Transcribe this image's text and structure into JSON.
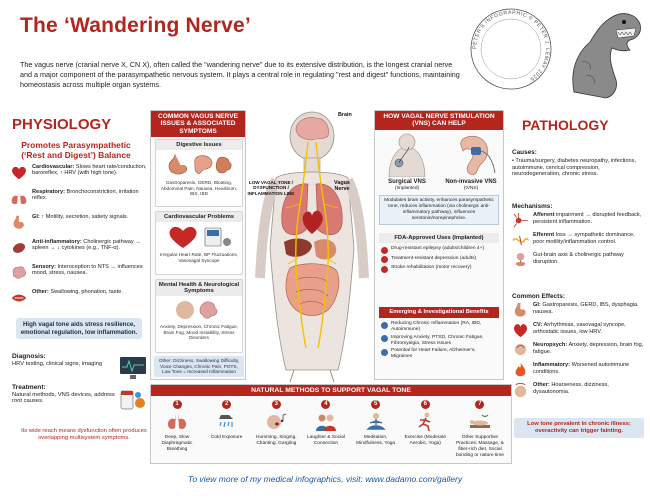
{
  "header": {
    "title": "The ‘Wandering Nerve’",
    "intro": "The vagus nerve (cranial nerve X, CN X), often called the \"wandering nerve\" due to its extensive distribution, is the longest cranial nerve and a major component of the parasympathetic nervous system. It plays a central role in regulating \"rest and digest\" functions, maintaining homeostasis across multiple organ systems.",
    "logo_text": "PETER'S INFOGRAPHIC © PETER J. LEMAY 2025"
  },
  "physiology": {
    "heading": "PHYSIOLOGY",
    "subheading": "Promotes Parasympathetic (‘Rest and Digest’) Balance",
    "items": [
      {
        "label": "Cardiovascular:",
        "text": "Slows heart rate/conduction, baroreflex, ↑ HRV (with high tone).",
        "icon": "heart-icon",
        "color": "#c62828"
      },
      {
        "label": "Respiratory:",
        "text": "Bronchoconstriction, irritation reflex.",
        "icon": "lungs-icon",
        "color": "#d46a5a"
      },
      {
        "label": "GI:",
        "text": "↑ Motility, secretion, satiety signals.",
        "icon": "stomach-icon",
        "color": "#d88a6a"
      },
      {
        "label": "Anti-inflammatory:",
        "text": "Cholinergic pathway → spleen → ↓ cytokines (e.g., TNF-α).",
        "icon": "spleen-icon",
        "color": "#a33b3b"
      },
      {
        "label": "Sensory:",
        "text": "Interoception to NTS → influences mood, stress, nausea.",
        "icon": "brain-icon",
        "color": "#e0a0a0"
      },
      {
        "label": "Other:",
        "text": "Swallowing, phonation, taste.",
        "icon": "mouth-icon",
        "color": "#c0392b"
      }
    ],
    "high_tone": "High vagal tone aids stress resilience, emotional regulation, low inflammation.",
    "diagnosis_label": "Diagnosis:",
    "diagnosis_text": "HRV testing, clinical signs, imaging",
    "treatment_label": "Treatment:",
    "treatment_text": "Natural methods, VNS devices, address root causes.",
    "note": "Its wide reach means dysfunction often produces overlapping multisystem symptoms."
  },
  "issues": {
    "heading": "COMMON VAGUS NERVE ISSUES & ASSOCIATED SYMPTOMS",
    "cards": [
      {
        "title": "Digestive Issues",
        "text": "Gastroparesis, GERD, Bloating, Abdominal Pain, Nausea, Heartburn, IBS, IBD"
      },
      {
        "title": "Cardiovascular Problems",
        "text": "Irregular Heart Rate, BP Fluctuations, Vasovagal Syncope"
      },
      {
        "title": "Mental Health & Neurological Symptoms",
        "text": "Anxiety, Depression, Chronic Fatigue, Brain Fog, Mood Instability, Stress Disorders"
      }
    ],
    "other": "Other: Dizziness, Swallowing Difficulty, Voice Changes, Chronic Pain, POTS, Low Tone = Increased Inflammation"
  },
  "center": {
    "brain_label": "Brain",
    "vagus_label": "Vagus Nerve",
    "low_tone_label": "LOW VAGAL TONE / DYSFUNCTION / INFLAMMATION LINK"
  },
  "vns": {
    "heading": "HOW VAGAL NERVE STIMULATION (VNS) CAN HELP",
    "surgical_title": "Surgical VNS",
    "surgical_sub": "(Implanted)",
    "noninvasive_title": "Non-invasive VNS",
    "noninvasive_sub": "(tVNS)",
    "mechanism": "Modulates brain activity, enhances parasympathetic tone, reduces inflammation (via cholinergic anti-inflammatory pathway), influences serotonin/norepinephrine.",
    "fda_heading": "FDA-Approved Uses (Implanted)",
    "fda_uses": [
      "Drug-resistant epilepsy (adults/children 4+)",
      "Treatment-resistant depression (adults)",
      "Stroke rehabilitation (motor recovery)"
    ],
    "emerging_heading": "Emerging & Investigational Benefits",
    "emerging": [
      "Reducing Chronic Inflammation (RA, IBD, Autoimmune)",
      "Improving Anxiety, PTSD, Chronic Fatigue, Fibromyalgia, Stress Issues",
      "Potential for Heart Failure, Alzheimer's, Migraines"
    ]
  },
  "natural": {
    "heading": "NATURAL METHODS TO SUPPORT VAGAL TONE",
    "items": [
      {
        "num": "1",
        "label": "Deep, Slow Diaphragmatic Breathing",
        "icon": "lungs-icon"
      },
      {
        "num": "2",
        "label": "Cold Exposure",
        "icon": "shower-icon"
      },
      {
        "num": "3",
        "label": "Humming, Singing, Chanting, Gargling",
        "icon": "singing-icon"
      },
      {
        "num": "4",
        "label": "Laughter & Social Connection",
        "icon": "people-icon"
      },
      {
        "num": "5",
        "label": "Meditation, Mindfulness, Yoga",
        "icon": "meditation-icon"
      },
      {
        "num": "6",
        "label": "Exercise (Moderate Aerobic, Yoga)",
        "icon": "running-icon"
      },
      {
        "num": "7",
        "label": "Other Supportive Practices: Massage, & fiber-rich diet, Social bonding or nature time",
        "icon": "massage-icon"
      }
    ]
  },
  "pathology": {
    "heading": "PATHOLOGY",
    "causes_label": "Causes:",
    "causes": "• Trauma/surgery, diabetes neuropathy, infections, autoimmune, cervical compression, neurodegeneration, chronic stress.",
    "mechanisms_label": "Mechanisms:",
    "mechanisms": [
      {
        "label": "Afferent",
        "text": "impairment → disrupted feedback, persistent inflammation.",
        "icon": "neuron-icon"
      },
      {
        "label": "Efferent",
        "text": "loss → sympathetic dominance, poor motility/inflammation control.",
        "icon": "nerve-icon"
      },
      {
        "label": "",
        "text": "Gut-brain axis & cholinergic pathway disruption.",
        "icon": "gut-brain-icon"
      }
    ],
    "effects_label": "Common Effects:",
    "effects": [
      {
        "label": "GI:",
        "text": "Gastroparesis, GERD, IBS, dysphagia, nausea.",
        "icon": "stomach-icon"
      },
      {
        "label": "CV:",
        "text": "Arrhythmias, vasovagal syncope, orthostatic issues, low HRV.",
        "icon": "heart-icon"
      },
      {
        "label": "Neuropsych:",
        "text": "Anxiety, depression, brain fog, fatigue.",
        "icon": "head-icon"
      },
      {
        "label": "Inflammatory:",
        "text": "Worsened autoimmune conditions.",
        "icon": "fire-icon"
      },
      {
        "label": "Other:",
        "text": "Hoarseness, dizziness, dysautonomia.",
        "icon": "dizzy-icon"
      }
    ],
    "low_tone": "Low tone prevalent in chronic illness; overactivity can trigger fainting."
  },
  "footer": {
    "text": "To view more of my medical infographics, visit: www.dadamo.com/gallery"
  },
  "colors": {
    "accent": "#b3261e",
    "panel_blue": "#dbe6f0",
    "link_blue": "#1a58a7"
  }
}
